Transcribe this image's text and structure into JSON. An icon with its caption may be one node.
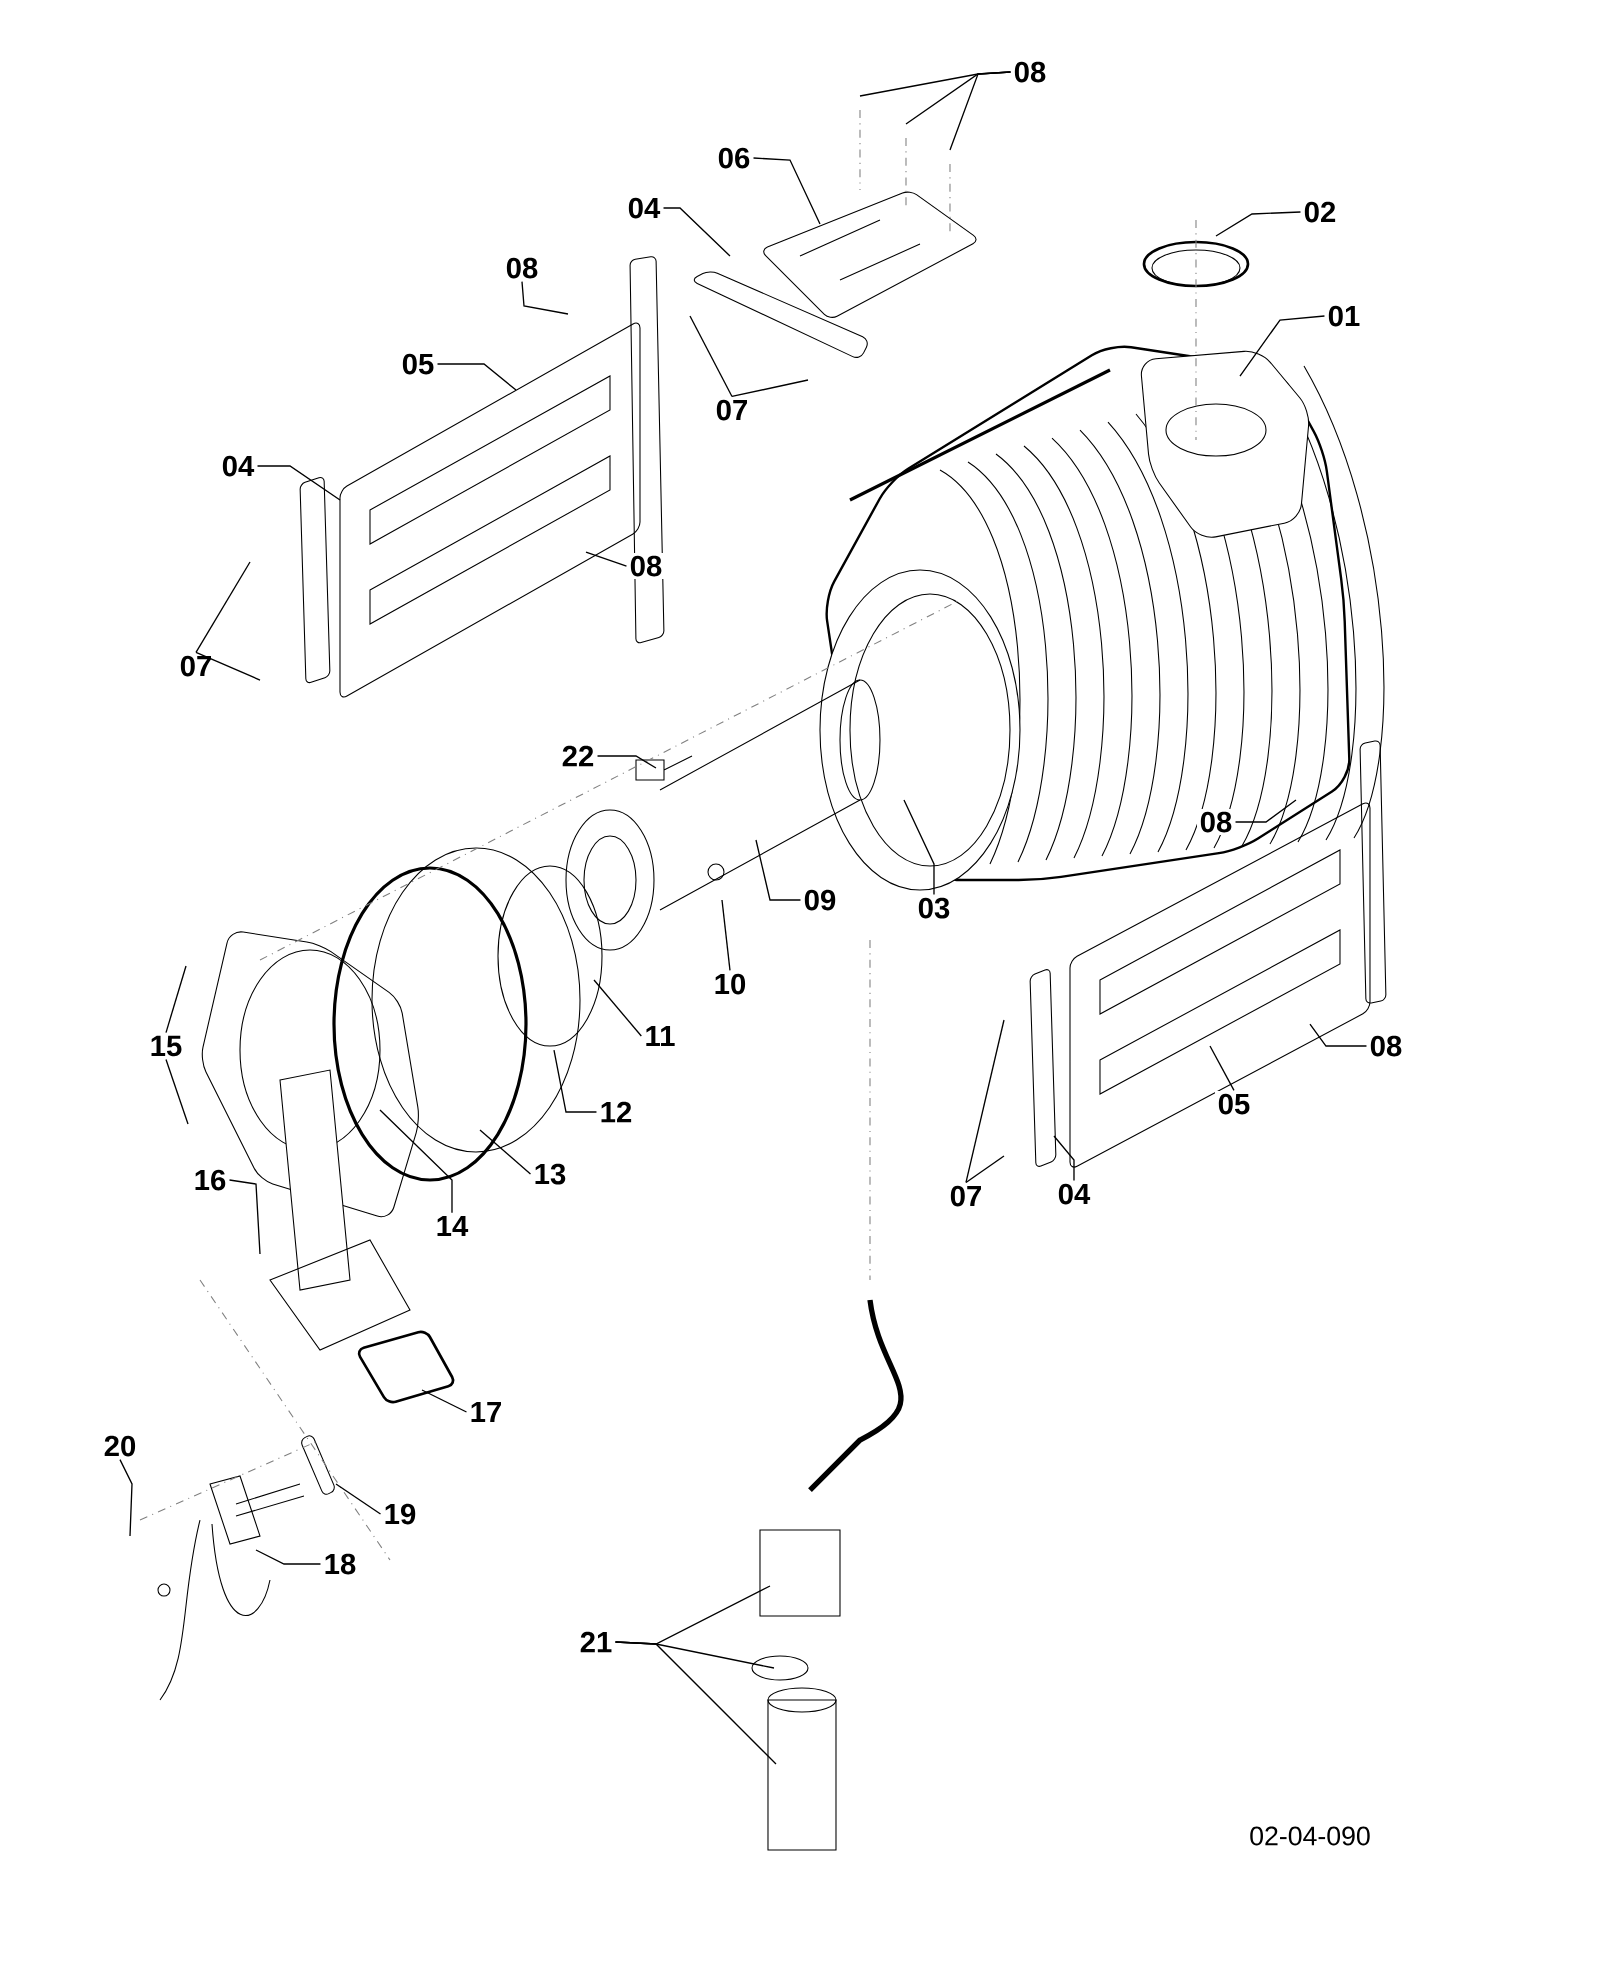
{
  "diagram": {
    "nodes": [
      {
        "text": [
          "08"
        ]
      },
      {
        "text": [
          "06"
        ]
      },
      {
        "text": [
          "04"
        ]
      },
      {
        "text": [
          "02"
        ]
      },
      {
        "text": [
          "01"
        ]
      },
      {
        "text": [
          "08"
        ]
      },
      {
        "text": [
          "05"
        ]
      },
      {
        "text": [
          "07"
        ]
      },
      {
        "text": [
          "04"
        ]
      },
      {
        "text": [
          "08"
        ]
      },
      {
        "text": [
          "07"
        ]
      },
      {
        "text": [
          "22"
        ]
      },
      {
        "text": [
          "08"
        ]
      },
      {
        "text": [
          "09"
        ]
      },
      {
        "text": [
          "03"
        ]
      },
      {
        "text": [
          "10"
        ]
      },
      {
        "text": [
          "11"
        ]
      },
      {
        "text": [
          "15"
        ]
      },
      {
        "text": [
          "08"
        ]
      },
      {
        "text": [
          "12"
        ]
      },
      {
        "text": [
          "05"
        ]
      },
      {
        "text": [
          "13"
        ]
      },
      {
        "text": [
          "14"
        ]
      },
      {
        "text": [
          "07"
        ]
      },
      {
        "text": [
          "04"
        ]
      },
      {
        "text": [
          "16"
        ]
      },
      {
        "text": [
          "17"
        ]
      },
      {
        "text": [
          "20"
        ]
      },
      {
        "text": [
          "19"
        ]
      },
      {
        "text": [
          "18"
        ]
      },
      {
        "text": [
          "21"
        ]
      }
    ],
    "edges": [
      {
        "from": 0,
        "to": null,
        "arrow": "none"
      },
      {
        "from": 0,
        "to": null,
        "arrow": "none"
      },
      {
        "from": 0,
        "to": null,
        "arrow": "none"
      },
      {
        "from": 1,
        "to": null,
        "arrow": "none"
      },
      {
        "from": 2,
        "to": null,
        "arrow": "none"
      },
      {
        "from": 3,
        "to": null,
        "arrow": "none"
      },
      {
        "from": 4,
        "to": null,
        "arrow": "none"
      },
      {
        "from": 5,
        "to": null,
        "arrow": "none"
      },
      {
        "from": 6,
        "to": null,
        "arrow": "none"
      },
      {
        "from": 7,
        "to": null,
        "arrow": "none"
      },
      {
        "from": 7,
        "to": null,
        "arrow": "none"
      },
      {
        "from": 8,
        "to": null,
        "arrow": "none"
      },
      {
        "from": 9,
        "to": null,
        "arrow": "none"
      },
      {
        "from": 10,
        "to": null,
        "arrow": "none"
      },
      {
        "from": 10,
        "to": null,
        "arrow": "none"
      },
      {
        "from": 11,
        "to": null,
        "arrow": "none"
      },
      {
        "from": 12,
        "to": null,
        "arrow": "none"
      },
      {
        "from": 13,
        "to": null,
        "arrow": "none"
      },
      {
        "from": 14,
        "to": null,
        "arrow": "none"
      },
      {
        "from": 15,
        "to": null,
        "arrow": "none"
      },
      {
        "from": 16,
        "to": null,
        "arrow": "none"
      },
      {
        "from": 17,
        "to": null,
        "arrow": "none"
      },
      {
        "from": 17,
        "to": null,
        "arrow": "none"
      },
      {
        "from": 18,
        "to": null,
        "arrow": "none"
      },
      {
        "from": 19,
        "to": null,
        "arrow": "none"
      },
      {
        "from": 20,
        "to": null,
        "arrow": "none"
      },
      {
        "from": 21,
        "to": null,
        "arrow": "none"
      },
      {
        "from": 22,
        "to": null,
        "arrow": "none"
      },
      {
        "from": 23,
        "to": null,
        "arrow": "none"
      },
      {
        "from": 23,
        "to": null,
        "arrow": "none"
      },
      {
        "from": 24,
        "to": null,
        "arrow": "none"
      },
      {
        "from": 25,
        "to": null,
        "arrow": "none"
      },
      {
        "from": 26,
        "to": null,
        "arrow": "none"
      },
      {
        "from": 27,
        "to": null,
        "arrow": "none"
      },
      {
        "from": 28,
        "to": null,
        "arrow": "none"
      },
      {
        "from": 29,
        "to": null,
        "arrow": "none"
      },
      {
        "from": 30,
        "to": null,
        "arrow": "none"
      },
      {
        "from": 30,
        "to": null,
        "arrow": "none"
      },
      {
        "from": 30,
        "to": null,
        "arrow": "none"
      }
    ],
    "labels": [
      "02-04-090"
    ]
  }
}
